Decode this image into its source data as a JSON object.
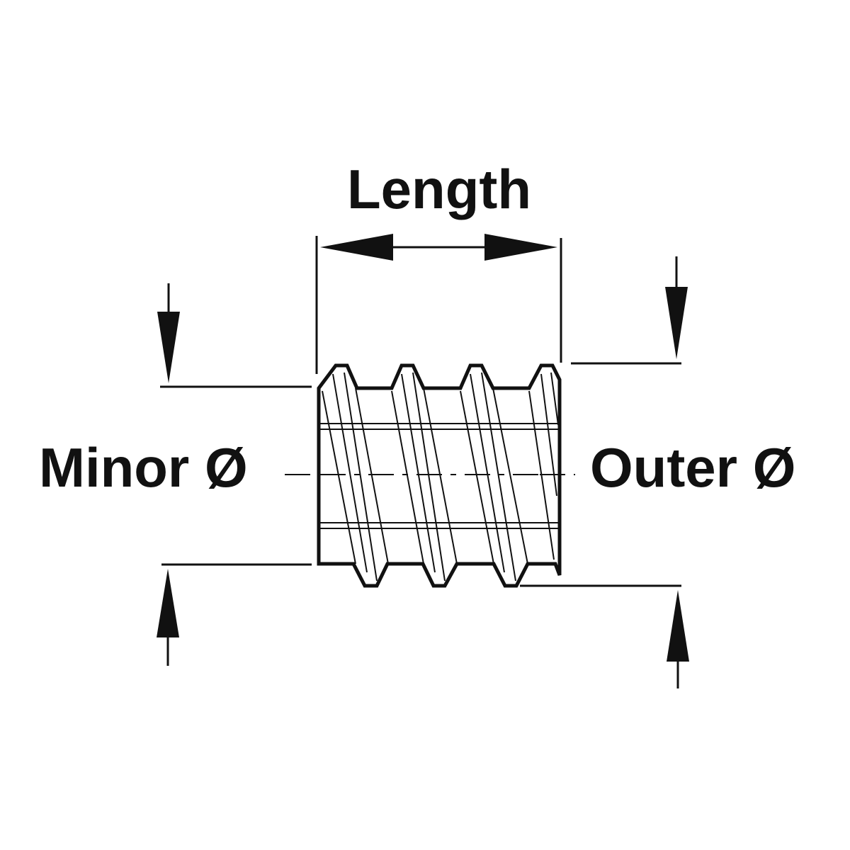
{
  "labels": {
    "length": "Length",
    "minor": "Minor Ø",
    "outer": "Outer Ø"
  },
  "colors": {
    "ink": "#111111",
    "background": "#ffffff"
  }
}
